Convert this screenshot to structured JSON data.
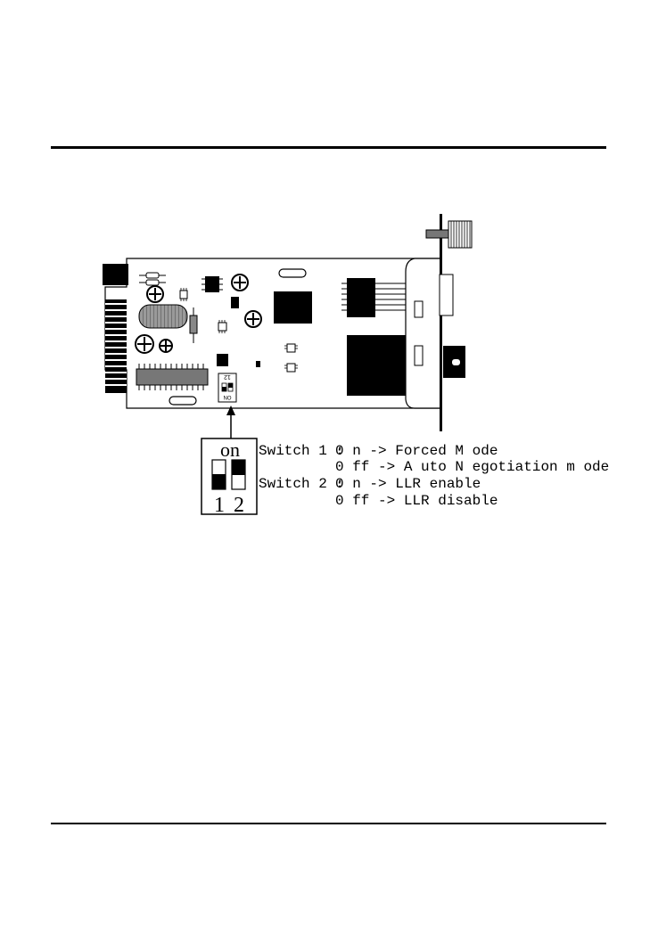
{
  "dip_switch": {
    "on_label": "on",
    "numbers": [
      "1",
      "2"
    ],
    "board_label": "12\nON"
  },
  "switch_descriptions": [
    {
      "name": "Switch 1 :",
      "on_text": "0 n  -> Forced M ode",
      "off_text": "0 ff -> A uto N egotiation m ode"
    },
    {
      "name": "Switch 2 :",
      "on_text": "0 n  -> LLR enable",
      "off_text": "0 ff -> LLR disable"
    }
  ]
}
